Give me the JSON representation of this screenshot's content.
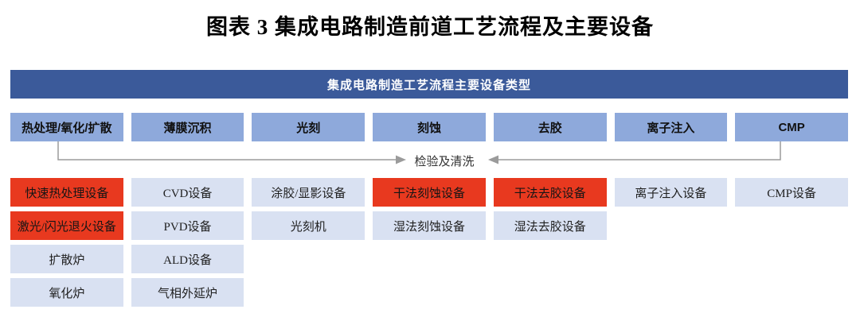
{
  "title": "图表 3  集成电路制造前道工艺流程及主要设备",
  "banner": "集成电路制造工艺流程主要设备类型",
  "connector_label": "检验及清洗",
  "colors": {
    "banner_bg": "#3B5A9A",
    "banner_text": "#FFFFFF",
    "header_bg": "#8EA9DB",
    "cell_bg": "#D9E1F2",
    "highlight_bg": "#E8391F",
    "cell_text": "#1F1F1F",
    "connector": "#9B9B9B"
  },
  "columns": [
    {
      "header": "热处理/氧化/扩散",
      "cells": [
        {
          "label": "快速热处理设备",
          "highlight": true
        },
        {
          "label": "激光/闪光退火设备",
          "highlight": true
        },
        {
          "label": "扩散炉",
          "highlight": false
        },
        {
          "label": "氧化炉",
          "highlight": false
        }
      ]
    },
    {
      "header": "薄膜沉积",
      "cells": [
        {
          "label": "CVD设备",
          "highlight": false
        },
        {
          "label": "PVD设备",
          "highlight": false
        },
        {
          "label": "ALD设备",
          "highlight": false
        },
        {
          "label": "气相外延炉",
          "highlight": false
        }
      ]
    },
    {
      "header": "光刻",
      "cells": [
        {
          "label": "涂胶/显影设备",
          "highlight": false
        },
        {
          "label": "光刻机",
          "highlight": false
        }
      ]
    },
    {
      "header": "刻蚀",
      "cells": [
        {
          "label": "干法刻蚀设备",
          "highlight": true
        },
        {
          "label": "湿法刻蚀设备",
          "highlight": false
        }
      ]
    },
    {
      "header": "去胶",
      "cells": [
        {
          "label": "干法去胶设备",
          "highlight": true
        },
        {
          "label": "湿法去胶设备",
          "highlight": false
        }
      ]
    },
    {
      "header": "离子注入",
      "cells": [
        {
          "label": "离子注入设备",
          "highlight": false
        }
      ]
    },
    {
      "header": "CMP",
      "cells": [
        {
          "label": "CMP设备",
          "highlight": false
        }
      ]
    }
  ]
}
